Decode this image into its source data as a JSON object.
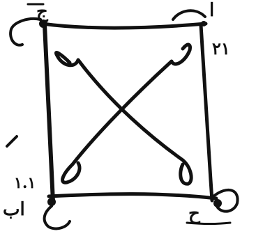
{
  "diagram": {
    "labels": {
      "top_left": "ج",
      "top_right": "ا",
      "top_right_number": "٢١",
      "bottom_left_number": "١.١",
      "bottom_left": "اب",
      "bottom_right": "ح"
    },
    "colors": {
      "ink": "#111111",
      "background": "#ffffff"
    }
  }
}
